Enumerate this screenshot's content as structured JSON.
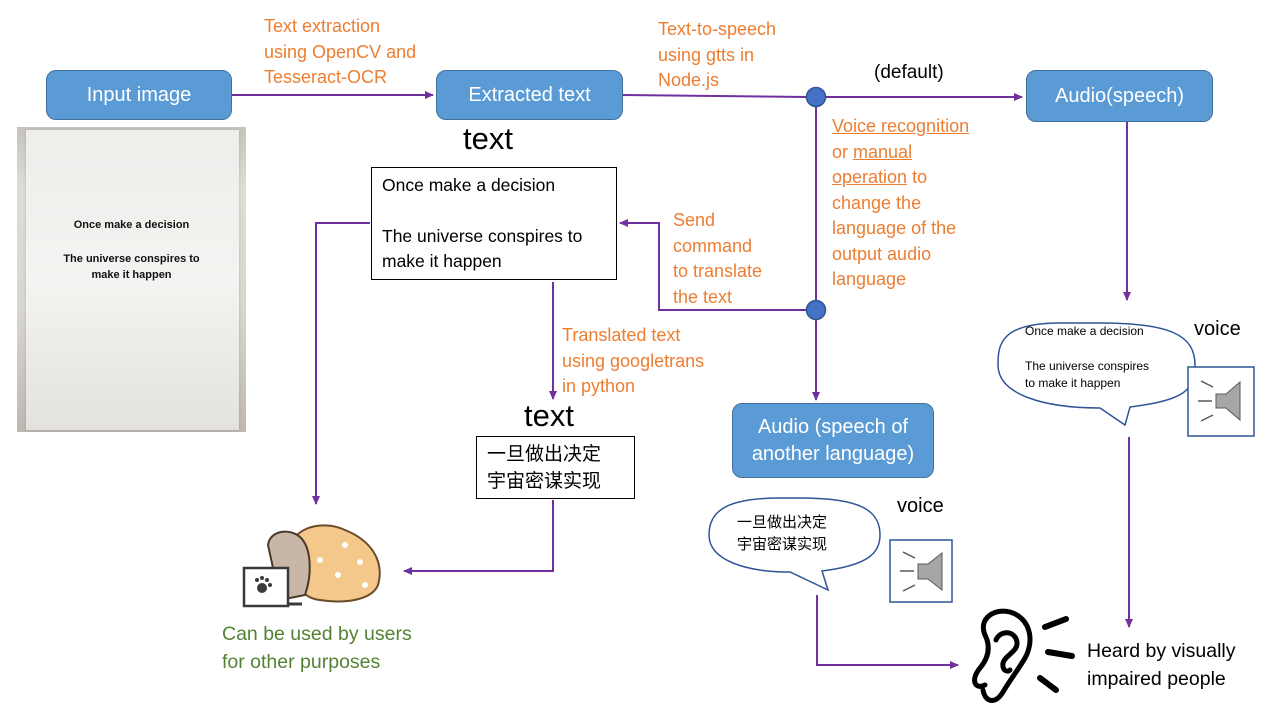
{
  "nodes": {
    "input_image": "Input image",
    "extracted_text": "Extracted text",
    "audio_speech": "Audio(speech)",
    "audio_other": "Audio (speech of another language)"
  },
  "labels": {
    "ocr": [
      "Text extraction",
      "using OpenCV and",
      "Tesseract-OCR"
    ],
    "tts": [
      "Text-to-speech",
      "using gtts in",
      "Node.js"
    ],
    "default": "(default)",
    "voice_rec": {
      "w1": "Voice recognition",
      "w2": "or",
      "w3": "manual",
      "w4": "operation",
      "w5": "to",
      "rest": [
        "change the",
        "language of the",
        "output audio",
        "language"
      ]
    },
    "send_cmd": [
      "Send",
      "command",
      "to translate",
      "the text"
    ],
    "translated": [
      "Translated text",
      "using googletrans",
      "in python"
    ],
    "users": [
      "Can be used by users",
      "for other purposes"
    ],
    "heard": [
      "Heard by visually",
      "impaired people"
    ]
  },
  "headings": {
    "text1": "text",
    "text2": "text",
    "voice1": "voice",
    "voice2": "voice"
  },
  "boxes": {
    "english_line1": "Once make a decision",
    "english_line2": "The universe conspires to",
    "english_line3": "make it happen",
    "chinese_line1": "一旦做出决定",
    "chinese_line2": "宇宙密谋实现"
  },
  "bubbles": {
    "english_line1": "Once make a decision",
    "english_line2": "The universe conspires",
    "english_line3": "to make it happen",
    "chinese_line1": "一旦做出决定",
    "chinese_line2": "宇宙密谋实现"
  },
  "photo": {
    "line1": "Once make a decision",
    "line2": "The universe conspires to",
    "line3": "make it happen"
  },
  "colors": {
    "blue_fill": "#5B9BD5",
    "blue_border": "#41719C",
    "orange_text": "#ED7D31",
    "green_text": "#548235",
    "arrow": "#7030A0",
    "icon_border": "#2F5597"
  },
  "icons": [
    "speaker-icon",
    "ear-icon",
    "cat-laptop-icon",
    "junction-dot"
  ]
}
